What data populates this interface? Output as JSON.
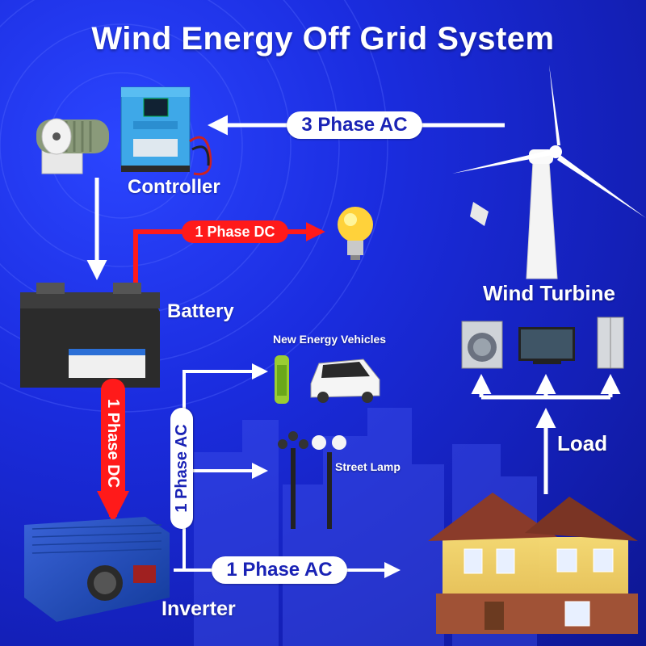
{
  "title": "Wind Energy Off Grid System",
  "components": {
    "controller": "Controller",
    "battery": "Battery",
    "inverter": "Inverter",
    "wind_turbine": "Wind Turbine",
    "new_energy_vehicles": "New Energy Vehicles",
    "street_lamp": "Street Lamp",
    "load": "Load"
  },
  "connections": {
    "turbine_to_controller": "3 Phase AC",
    "battery_to_bulb": "1 Phase DC",
    "battery_to_inverter": "1 Phase DC",
    "inverter_vertical": "1 Phase AC",
    "inverter_to_house": "1 Phase AC"
  },
  "colors": {
    "background": "#1b2de0",
    "arrow_white": "#ffffff",
    "arrow_red": "#ff1a1a",
    "pill_text": "#1a23b5"
  }
}
